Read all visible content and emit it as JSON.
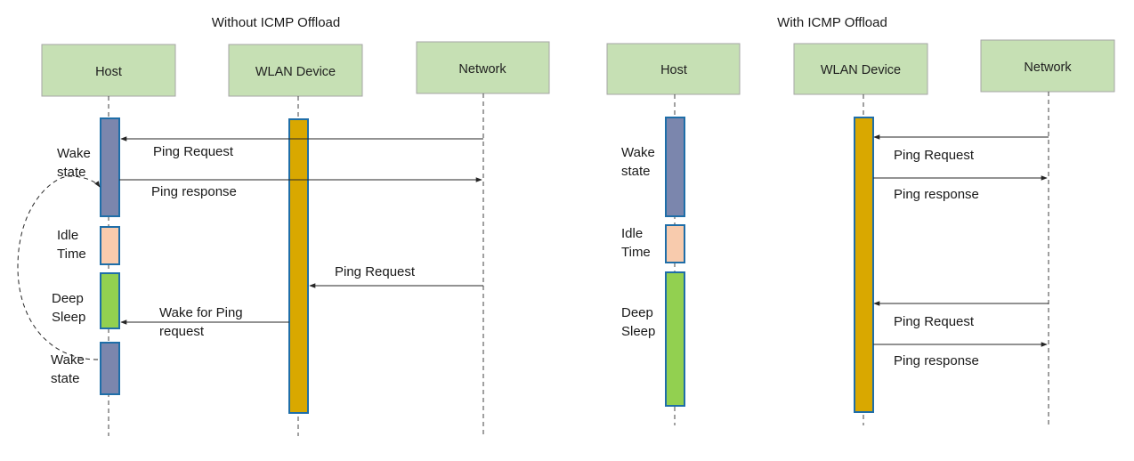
{
  "left_panel": {
    "title": "Without ICMP Offload",
    "participants": {
      "host": "Host",
      "wlan": "WLAN Device",
      "network": "Network"
    },
    "state_labels": {
      "wake1_a": "Wake",
      "wake1_b": "state",
      "idle_a": "Idle",
      "idle_b": "Time",
      "deep_a": "Deep",
      "deep_b": "Sleep",
      "wake2_a": "Wake",
      "wake2_b": "state"
    },
    "messages": {
      "ping_request_1": "Ping Request",
      "ping_response_1": "Ping response",
      "ping_request_2": "Ping Request",
      "wake_for_ping_a": "Wake for Ping",
      "wake_for_ping_b": "request"
    }
  },
  "right_panel": {
    "title": "With ICMP Offload",
    "participants": {
      "host": "Host",
      "wlan": "WLAN Device",
      "network": "Network"
    },
    "state_labels": {
      "wake_a": "Wake",
      "wake_b": "state",
      "idle_a": "Idle",
      "idle_b": "Time",
      "deep_a": "Deep",
      "deep_b": "Sleep"
    },
    "messages": {
      "ping_request_1": "Ping Request",
      "ping_response_1": "Ping response",
      "ping_request_2": "Ping Request",
      "ping_response_2": "Ping response"
    }
  },
  "colors": {
    "participant_fill": "#c6e0b4",
    "participant_stroke": "#a6a6a6",
    "wake_fill": "#7b86ad",
    "idle_fill": "#f8cbad",
    "deep_fill": "#92d050",
    "wlan_fill": "#d9a800",
    "bar_stroke": "#1f6ea8",
    "line": "#404040"
  }
}
